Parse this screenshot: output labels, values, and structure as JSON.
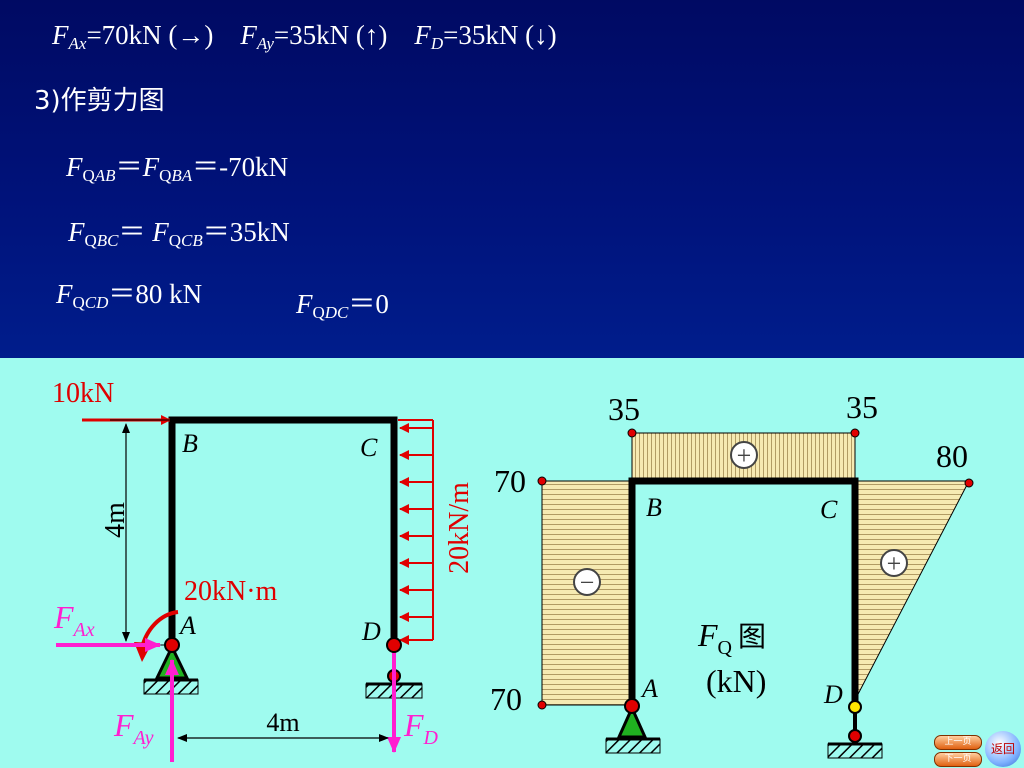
{
  "eq1": {
    "fax": {
      "sym": "F",
      "sub": "Ax",
      "val": "=70kN  (→)"
    },
    "fay": {
      "sym": "F",
      "sub": "Ay",
      "val": "=35kN  (↑)"
    },
    "fd": {
      "sym": "F",
      "sub": "D",
      "val": "=35kN  (↓)"
    }
  },
  "heading": "3)作剪力图",
  "eq_ab": {
    "sym": "F",
    "sub1": "QAB",
    "sub2": "QBA",
    "eq1": "＝",
    "eq2": "＝-70kN"
  },
  "eq_bc": {
    "sym": "F",
    "sub1": "QBC",
    "sub2": "QCB",
    "eq1": "＝ ",
    "eq2": "＝35kN"
  },
  "eq_cd": {
    "sym": "F",
    "sub": "QCD",
    "val": "＝80 kN"
  },
  "eq_dc": {
    "sym": "F",
    "sub": "QDC",
    "val": "＝0"
  },
  "left": {
    "force_label": "10kN",
    "B": "B",
    "C": "C",
    "A": "A",
    "D": "D",
    "height": "4m",
    "load": "20kN/m",
    "moment": "20kN·m",
    "fax_sym": "F",
    "fax_sub": "Ax",
    "fay_sym": "F",
    "fay_sub": "Ay",
    "fd_sym": "F",
    "fd_sub": "D",
    "span": "4m"
  },
  "right": {
    "v35a": "35",
    "v35b": "35",
    "v80": "80",
    "v70a": "70",
    "v70b": "70",
    "B": "B",
    "C": "C",
    "A": "A",
    "D": "D",
    "plus": "+",
    "minus": "−",
    "title_sym": "F",
    "title_sub": "Q",
    "title_cn": "图",
    "unit": "(kN)"
  },
  "nav": {
    "prev": "上一页",
    "next": "下一页",
    "back": "返回"
  },
  "colors": {
    "bg_top": "#000a63",
    "bg_bottom": "#9ffbef",
    "red": "#e00000",
    "magenta": "#ff1fd0",
    "fill": "#f6eab2"
  }
}
